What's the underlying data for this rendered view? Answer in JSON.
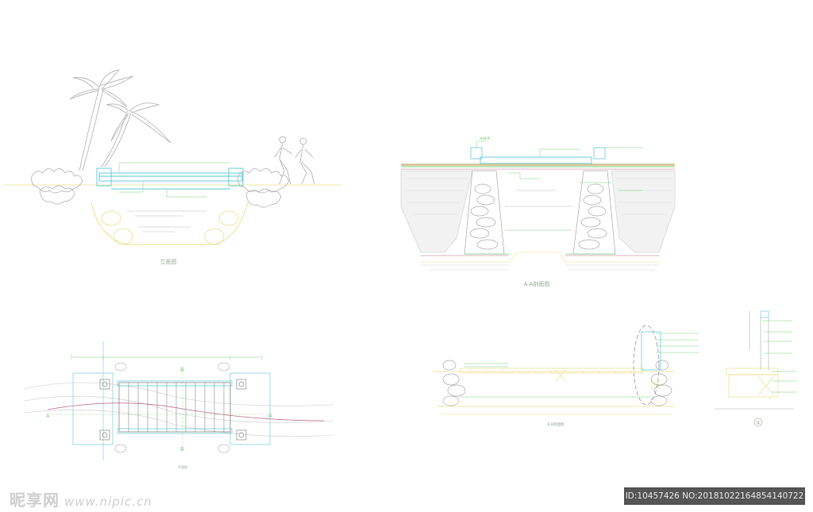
{
  "panels": {
    "elevation": {
      "caption": "立面图"
    },
    "section_aa": {
      "caption": "A-A剖面图",
      "note_handrail": "木扶手"
    },
    "plan": {
      "caption": "平面图",
      "mark_a": "A",
      "mark_b": "B"
    },
    "section_bb": {
      "caption": "B-B剖面图"
    },
    "detail": {
      "caption": "①"
    }
  },
  "watermark": {
    "brand": "昵享网",
    "site": "www.nipic.cn"
  },
  "image_info": {
    "text": "ID:10457426 NO:20181022164854140722"
  },
  "colors": {
    "line_green": "#7fd07f",
    "line_cyan": "#5fc8d8",
    "line_yellow": "#e8e08a",
    "line_gray": "#b9b9b9",
    "line_red": "#c06a8a"
  }
}
